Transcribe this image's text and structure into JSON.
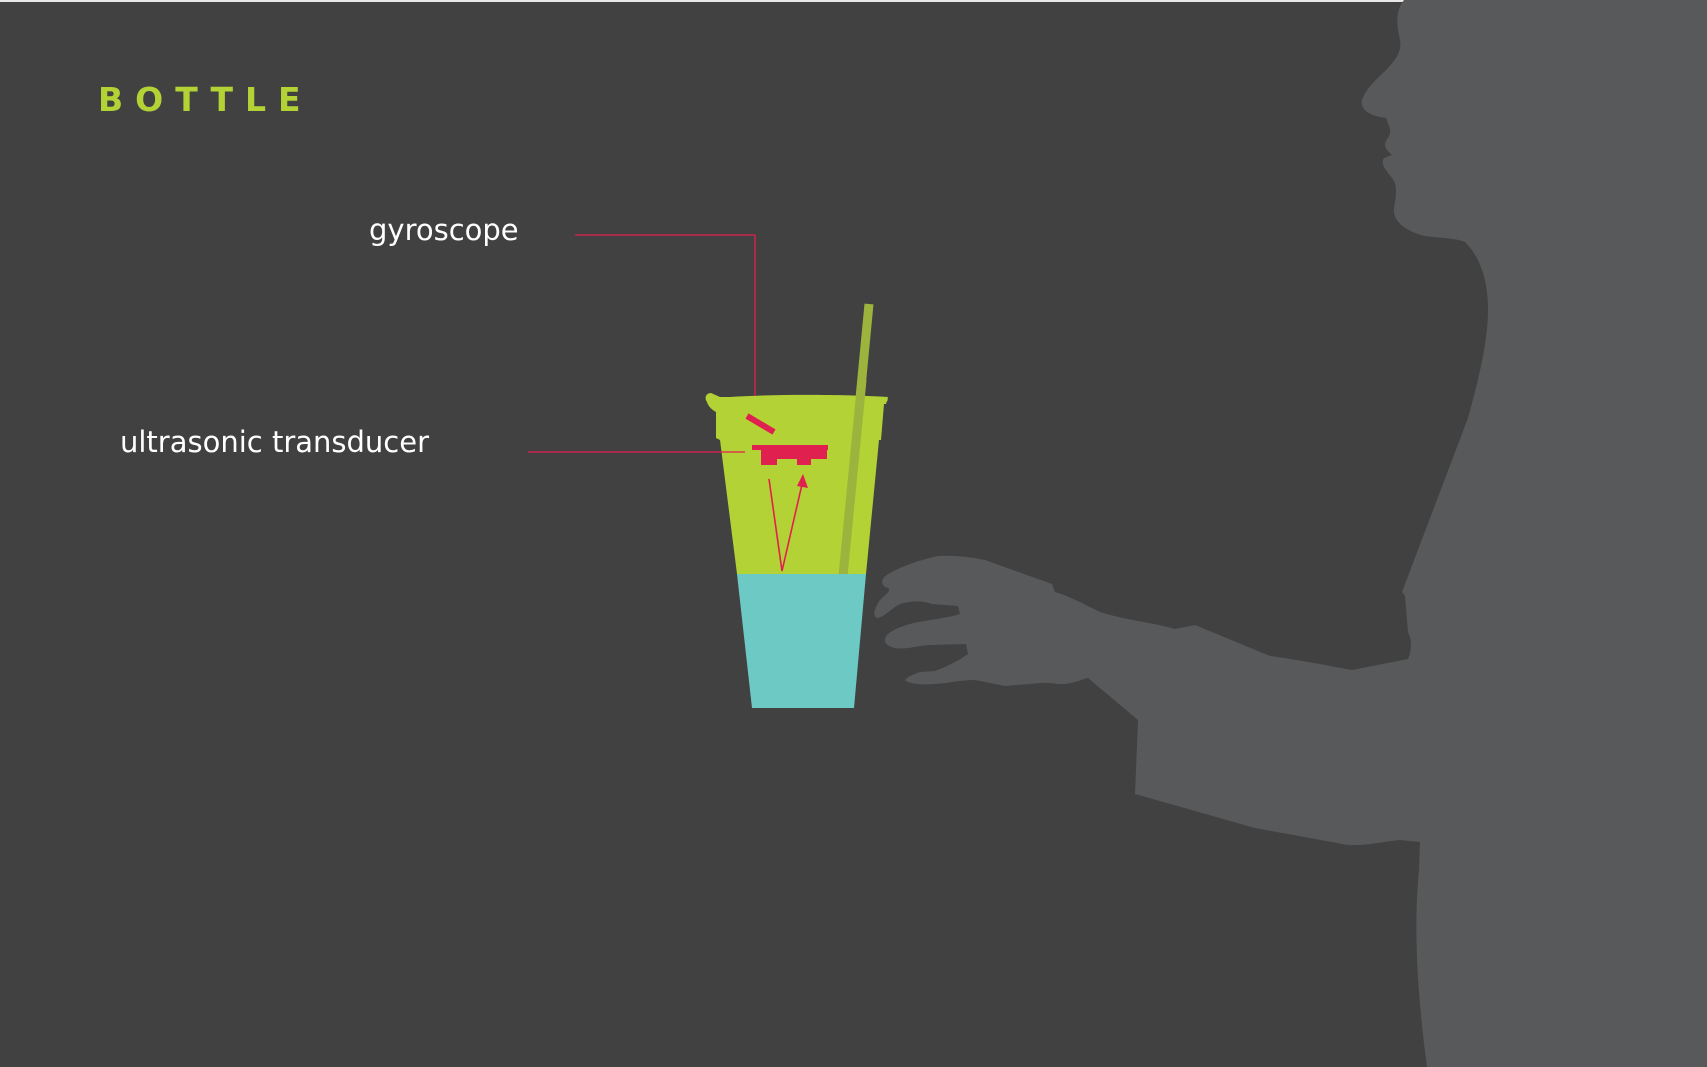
{
  "title": "BOTTLE",
  "labels": {
    "gyroscope": "gyroscope",
    "ultrasonic": "ultrasonic transducer"
  },
  "colors": {
    "background": "#414141",
    "title_accent": "#b3d235",
    "cup": "#b3d235",
    "liquid": "#6dc9c4",
    "straw": "#9cb33e",
    "sensor": "#e0204f",
    "silhouette": "#58595b",
    "label_text": "#ffffff"
  }
}
